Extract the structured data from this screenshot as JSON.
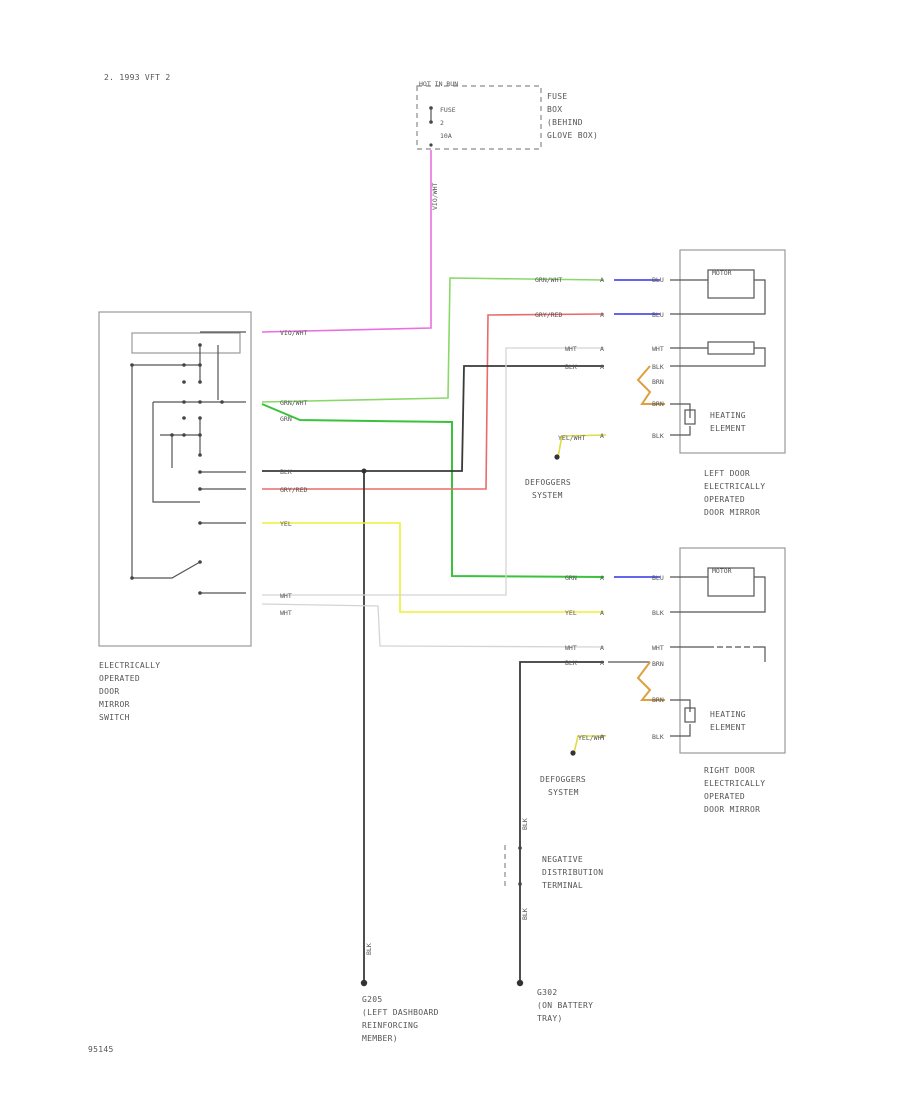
{
  "title": "2.  1993 VFT 2",
  "page_number": "95145",
  "fuse_box": {
    "header": "HOT IN RUN",
    "fuse": "FUSE",
    "fuse_num": "2",
    "amps": "10A",
    "location": [
      "FUSE",
      "BOX",
      "(BEHIND",
      "GLOVE BOX)"
    ]
  },
  "switch": {
    "label": [
      "ELECTRICALLY",
      "OPERATED",
      "DOOR",
      "MIRROR",
      "SWITCH"
    ]
  },
  "left_mirror": {
    "motor": "MOTOR",
    "heating": [
      "HEATING",
      "ELEMENT"
    ],
    "label": [
      "LEFT DOOR",
      "ELECTRICALLY",
      "OPERATED",
      "DOOR MIRROR"
    ]
  },
  "right_mirror": {
    "motor": "MOTOR",
    "heating": [
      "HEATING",
      "ELEMENT"
    ],
    "label": [
      "RIGHT DOOR",
      "ELECTRICALLY",
      "OPERATED",
      "DOOR MIRROR"
    ]
  },
  "defogger_left": [
    "DEFOGGERS",
    "SYSTEM"
  ],
  "defogger_right": [
    "DEFOGGERS",
    "SYSTEM"
  ],
  "negative_terminal": [
    "NEGATIVE",
    "DISTRIBUTION",
    "TERMINAL"
  ],
  "ground_left": [
    "G205",
    "(LEFT DASHBOARD",
    "REINFORCING",
    "MEMBER)"
  ],
  "ground_right": [
    "G302",
    "(ON BATTERY",
    "TRAY)"
  ],
  "wires": {
    "vio_wht": "VIO/WHT",
    "grn_wht": "GRN/WHT",
    "grn": "GRN",
    "blk": "BLK",
    "gry_red": "GRY/RED",
    "yel": "YEL",
    "wht": "WHT",
    "yel_wht": "YEL/WHT",
    "blu": "BLU",
    "brn": "BRN"
  },
  "colors": {
    "pink": "#ea6fe0",
    "green": "#3bc23b",
    "light_green": "#8ad86a",
    "red": "#e86b6b",
    "yellow": "#efef35",
    "blue": "#3030e8",
    "orange": "#dda040",
    "white_wire": "#d4d4d4",
    "black": "#3a3a3a"
  }
}
